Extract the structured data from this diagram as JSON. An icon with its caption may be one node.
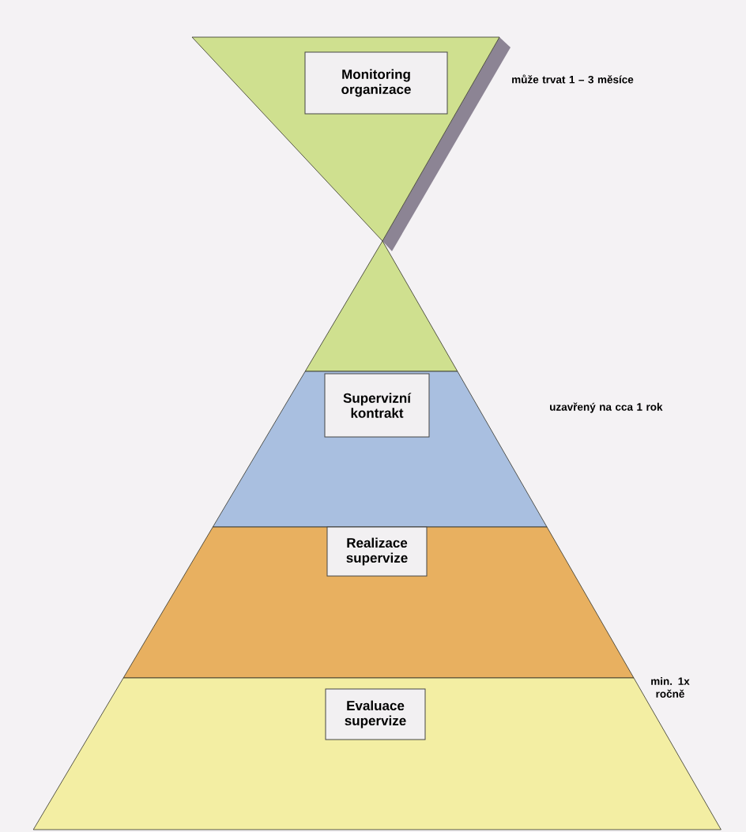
{
  "diagram": {
    "nodes": [
      {
        "text": [
          "Monitoring organizace"
        ],
        "beside": [
          "může trvat 1 – 3 měsíce"
        ]
      },
      {
        "text": [],
        "shape": "triangle"
      },
      {
        "text": [
          "Supervizní kontrakt"
        ],
        "beside": [
          "uzavřený na cca 1 rok"
        ]
      },
      {
        "text": [
          "Realizace supervize"
        ]
      },
      {
        "text": [
          "Evaluace supervize"
        ],
        "beside": [
          "min. 1x ročně"
        ]
      }
    ]
  }
}
